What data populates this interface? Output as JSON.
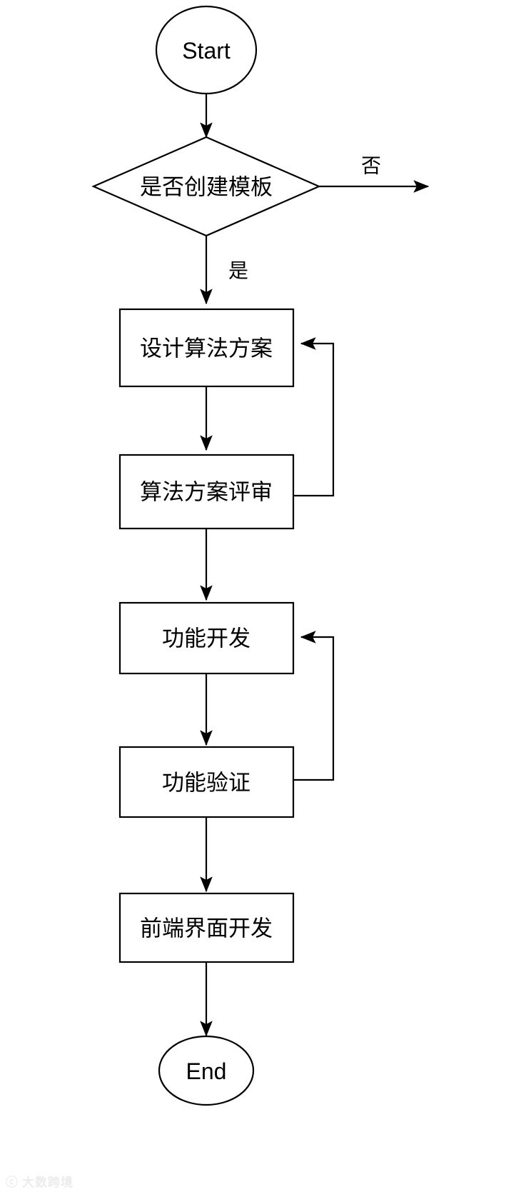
{
  "diagram": {
    "title": "",
    "type": "flowchart",
    "orientation": "top-to-bottom",
    "stroke_color": "#000000",
    "fill_color": "#ffffff",
    "background_color": "#ffffff",
    "nodes": [
      {
        "id": "start",
        "shape": "ellipse",
        "label": "Start"
      },
      {
        "id": "decision",
        "shape": "diamond",
        "label": "是否创建模板"
      },
      {
        "id": "design",
        "shape": "rectangle",
        "label": "设计算法方案"
      },
      {
        "id": "review",
        "shape": "rectangle",
        "label": "算法方案评审"
      },
      {
        "id": "develop",
        "shape": "rectangle",
        "label": "功能开发"
      },
      {
        "id": "verify",
        "shape": "rectangle",
        "label": "功能验证"
      },
      {
        "id": "frontend",
        "shape": "rectangle",
        "label": "前端界面开发"
      },
      {
        "id": "end",
        "shape": "ellipse",
        "label": "End"
      }
    ],
    "edges": [
      {
        "from": "start",
        "to": "decision",
        "label": ""
      },
      {
        "from": "decision",
        "to": "exit-right",
        "label": "否"
      },
      {
        "from": "decision",
        "to": "design",
        "label": "是"
      },
      {
        "from": "design",
        "to": "review",
        "label": ""
      },
      {
        "from": "review",
        "to": "design",
        "label": ""
      },
      {
        "from": "review",
        "to": "develop",
        "label": ""
      },
      {
        "from": "develop",
        "to": "verify",
        "label": ""
      },
      {
        "from": "verify",
        "to": "develop",
        "label": ""
      },
      {
        "from": "verify",
        "to": "frontend",
        "label": ""
      },
      {
        "from": "frontend",
        "to": "end",
        "label": ""
      }
    ],
    "edge_labels": {
      "no": "否",
      "yes": "是"
    }
  },
  "watermark": {
    "mark": "ⓒ",
    "text": "大数跨境"
  }
}
